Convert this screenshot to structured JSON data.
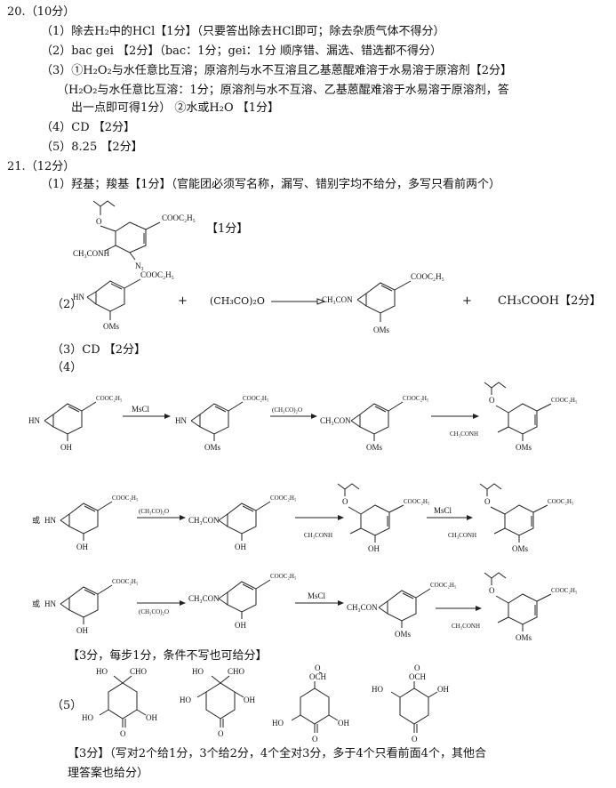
{
  "q20": {
    "num": "20.",
    "score": "（10分）",
    "l1": "（1）除去H₂中的HCl【1分】（只要答出除去HCl即可；除去杂质气体不得分）",
    "l2": "（2）bac    gei   【2分】（bac：1分；gei：1分   顺序错、漏选、错选都不得分）",
    "l3": "（3）①H₂O₂与水任意比互溶；原溶剂与水不互溶且乙基蒽醌难溶于水易溶于原溶剂【2分】",
    "l3b": "（H₂O₂与水任意比互溶：1分；原溶剂与水不互溶、乙基蒽醌难溶于水易溶于原溶剂，答",
    "l3c": "出一点即可得1分）          ②水或H₂O 【1分】",
    "l4": "（4）CD 【2分】",
    "l5": "（5）8.25 【2分】"
  },
  "q21": {
    "num": "21.",
    "score": "（12分）",
    "l1": "（1）羟基；羧基【1分】（官能团必须写名称，漏写、错别字均不给分，多写只看前两个）",
    "s1_score": "【1分】",
    "s2_label": "（2）",
    "s2_plus1": "+",
    "s2_reagent": "(CH₃CO)₂O",
    "s2_plus2": "+",
    "s2_product2": "CH₃COOH【2分】",
    "l3": "（3）CD 【2分】",
    "l4": "（4）",
    "or1": "或",
    "or2": "或",
    "l4_score": "【3分，每步1分，条件不写也可给分】",
    "l5": "（5）",
    "l5_score": "【3分】（写对2个给1分，3个给2分，4个全对3分，多于4个只看前面4个，其他合",
    "l5_score2": "理答案也给分）"
  },
  "labels": {
    "cooet": "COOC₂H₅",
    "hn": "HN",
    "oh": "OH",
    "oms": "OMs",
    "ac_n": "CH₃CON",
    "ac_nh": "CH₃CONH",
    "n3": "N₃",
    "mscl": "MsCl",
    "ac2o": "(CH₃CO)₂O",
    "cho": "CHO",
    "ho": "HO",
    "o": "O",
    "och": "OCH",
    "o_formyl": "O"
  }
}
